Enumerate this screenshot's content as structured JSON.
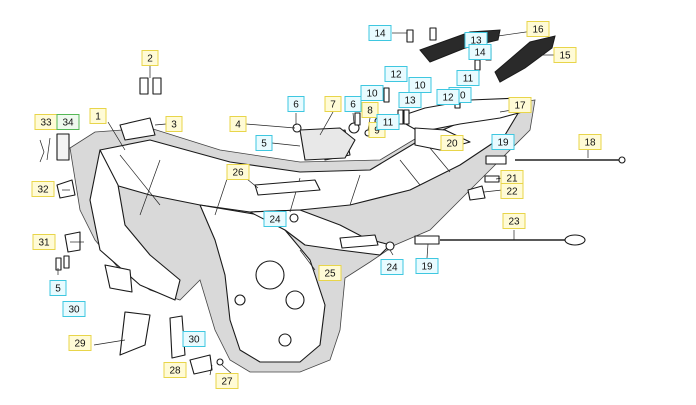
{
  "diagram": {
    "colors": {
      "yellow_box_fill": "#fffbd6",
      "yellow_box_stroke": "#e8d54a",
      "blue_box_fill": "#e8fbff",
      "blue_box_stroke": "#3ec7e0",
      "green_box_fill": "#eef9ee",
      "green_box_stroke": "#55b855"
    },
    "callouts": [
      {
        "text": "1",
        "style": "yellow"
      },
      {
        "text": "2",
        "style": "yellow"
      },
      {
        "text": "3",
        "style": "yellow"
      },
      {
        "text": "4",
        "style": "yellow"
      },
      {
        "text": "5",
        "style": "blue"
      },
      {
        "text": "6",
        "style": "blue"
      },
      {
        "text": "6",
        "style": "blue"
      },
      {
        "text": "7",
        "style": "yellow"
      },
      {
        "text": "8",
        "style": "yellow"
      },
      {
        "text": "9",
        "style": "yellow"
      },
      {
        "text": "10",
        "style": "blue"
      },
      {
        "text": "10",
        "style": "blue"
      },
      {
        "text": "10",
        "style": "blue"
      },
      {
        "text": "11",
        "style": "blue"
      },
      {
        "text": "11",
        "style": "blue"
      },
      {
        "text": "12",
        "style": "blue"
      },
      {
        "text": "12",
        "style": "blue"
      },
      {
        "text": "13",
        "style": "blue"
      },
      {
        "text": "13",
        "style": "blue"
      },
      {
        "text": "14",
        "style": "blue"
      },
      {
        "text": "14",
        "style": "blue"
      },
      {
        "text": "15",
        "style": "yellow"
      },
      {
        "text": "16",
        "style": "yellow"
      },
      {
        "text": "17",
        "style": "yellow"
      },
      {
        "text": "18",
        "style": "yellow"
      },
      {
        "text": "19",
        "style": "blue"
      },
      {
        "text": "19",
        "style": "blue"
      },
      {
        "text": "20",
        "style": "yellow"
      },
      {
        "text": "21",
        "style": "yellow"
      },
      {
        "text": "22",
        "style": "yellow"
      },
      {
        "text": "23",
        "style": "yellow"
      },
      {
        "text": "24",
        "style": "blue"
      },
      {
        "text": "24",
        "style": "blue"
      },
      {
        "text": "25",
        "style": "yellow"
      },
      {
        "text": "26",
        "style": "yellow"
      },
      {
        "text": "27",
        "style": "yellow"
      },
      {
        "text": "28",
        "style": "yellow"
      },
      {
        "text": "29",
        "style": "yellow"
      },
      {
        "text": "30",
        "style": "blue"
      },
      {
        "text": "30",
        "style": "blue"
      },
      {
        "text": "31",
        "style": "yellow"
      },
      {
        "text": "32",
        "style": "yellow"
      },
      {
        "text": "33",
        "style": "yellow"
      },
      {
        "text": "34",
        "style": "green"
      },
      {
        "text": "5",
        "style": "blue"
      }
    ]
  }
}
